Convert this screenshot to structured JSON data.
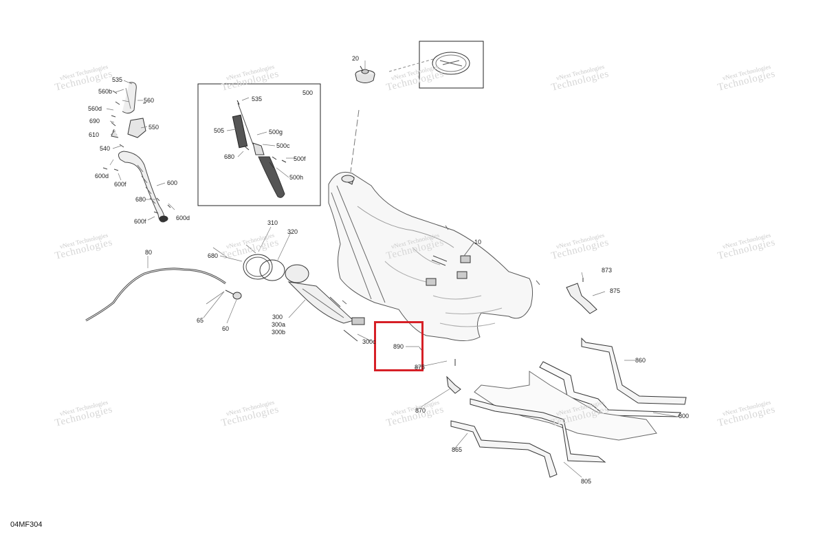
{
  "diagram": {
    "code": "04MF304",
    "watermark": "vNext Technologies",
    "highlight_color": "#d61f26",
    "part_labels": {
      "p535a": "535",
      "p560b": "560b",
      "p560": "560",
      "p560d": "560d",
      "p690": "690",
      "p550": "550",
      "p610": "610",
      "p540": "540",
      "p600d": "600d",
      "p600f": "600f",
      "p600": "600",
      "p680a": "680",
      "p600f2": "600f",
      "p600d2": "600d",
      "p500": "500",
      "p535b": "535",
      "p505": "505",
      "p500g": "500g",
      "p500c": "500c",
      "p680b": "680",
      "p500f": "500f",
      "p500h": "500h",
      "p20": "20",
      "p10": "10",
      "p310": "310",
      "p320": "320",
      "p680c": "680",
      "p80": "80",
      "p65": "65",
      "p60": "60",
      "p300": "300",
      "p300a": "300a",
      "p300b": "300b",
      "p300c": "300c",
      "p890": "890",
      "p875a": "875",
      "p873": "873",
      "p875b": "875",
      "p860": "860",
      "p870": "870",
      "p800": "800",
      "p865": "865",
      "p805": "805"
    }
  }
}
